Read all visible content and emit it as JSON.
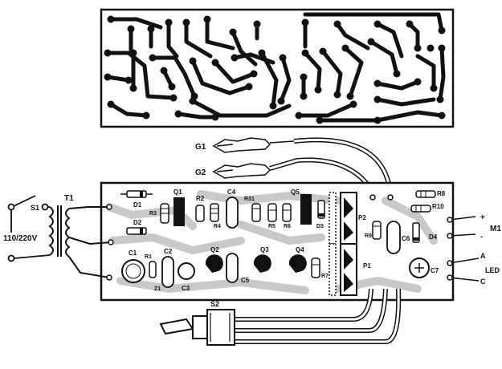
{
  "labels": {
    "g1": "G1",
    "g2": "G2",
    "t1": "T1",
    "s1": "S1",
    "voltage": "110/220V",
    "d1": "D1",
    "d2": "D2",
    "q1": "Q1",
    "r2": "R2",
    "r3": "R3",
    "r4": "R4",
    "c4": "C4",
    "r31": "R31",
    "q5": "Q5",
    "r5": "R5",
    "r6": "R6",
    "d3": "D3",
    "p2": "P2",
    "r8": "R8",
    "r9": "R9",
    "r10": "R10",
    "c6": "C6",
    "d4": "D4",
    "m1": "M1",
    "plus": "+",
    "minus": "-",
    "c1": "C1",
    "c2": "C2",
    "r1": "R1",
    "z1": "Z1",
    "c3": "C3",
    "q2": "Q2",
    "q3": "Q3",
    "q4": "Q4",
    "c5": "C5",
    "r7": "R7",
    "p1": "P1",
    "c7": "C7",
    "a": "A",
    "led": "LED",
    "c": "C",
    "s2": "S2"
  },
  "colors": {
    "ink": "#111111",
    "board_fill": "#ffffff",
    "trace": "#111111"
  }
}
